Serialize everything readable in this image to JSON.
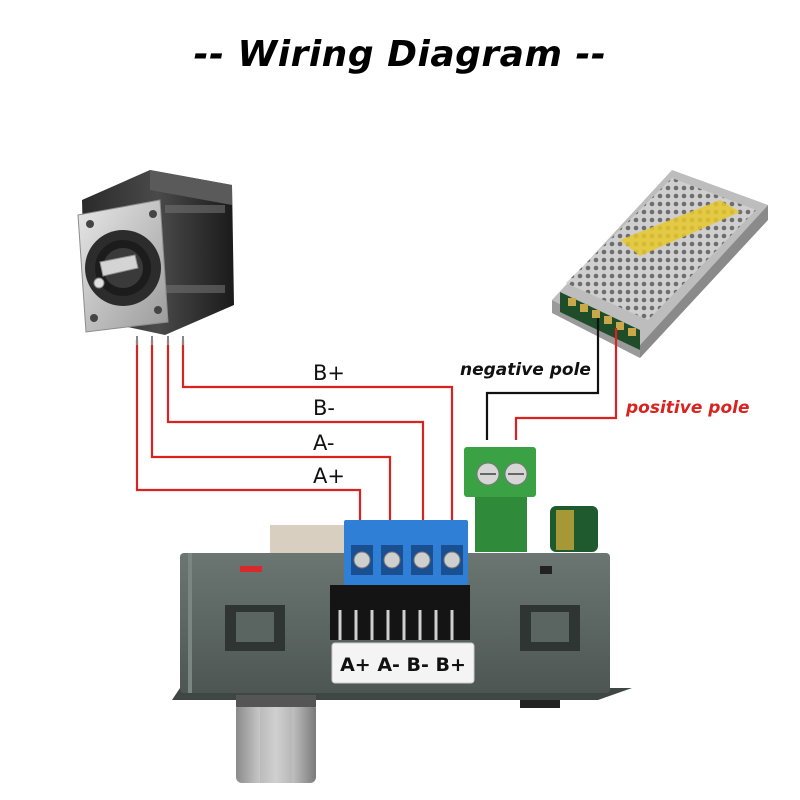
{
  "title": "-- Wiring Diagram --",
  "wires": [
    {
      "label": "B+",
      "color": "#d9231f"
    },
    {
      "label": "B-",
      "color": "#d9231f"
    },
    {
      "label": "A-",
      "color": "#d9231f"
    },
    {
      "label": "A+",
      "color": "#d9231f"
    }
  ],
  "power": {
    "negative_label": "negative pole",
    "positive_label": "positive pole",
    "negative_color": "#111111",
    "positive_color": "#d9231f"
  },
  "driver": {
    "terminal_labels": "A+ A- B- B+"
  },
  "components": {
    "motor": "stepper-motor",
    "psu": "switching-power-supply",
    "driver": "stepper-driver-module"
  },
  "colors": {
    "wire_red": "#d9231f",
    "terminal_blue": "#2f7fd6",
    "terminal_green": "#3aa245",
    "module_gray": "#5f6a66"
  }
}
